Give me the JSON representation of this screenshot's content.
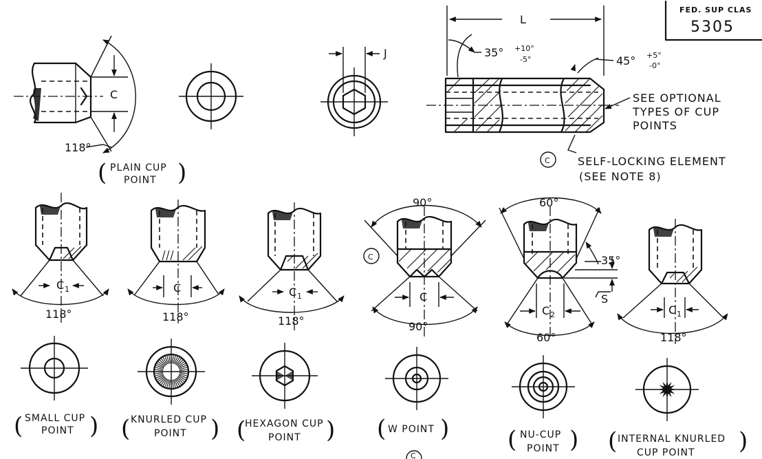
{
  "fed_box": {
    "label": "FED. SUP CLAS",
    "number": "5305"
  },
  "main_view": {
    "length_label": "L",
    "left_angle": "35°",
    "left_tol_upper": "+10°",
    "left_tol_lower": "-5°",
    "right_angle": "45°",
    "right_tol_upper": "+5°",
    "right_tol_lower": "-0°",
    "note_line1": "SEE OPTIONAL",
    "note_line2": "TYPES OF CUP",
    "note_line3": "POINTS",
    "self_lock_c": "C",
    "self_lock_line1": "SELF-LOCKING ELEMENT",
    "self_lock_line2": "(SEE NOTE 8)"
  },
  "plain_cup": {
    "dim_c": "C",
    "angle": "118°",
    "caption_line1": "PLAIN CUP",
    "caption_line2": "POINT"
  },
  "hex_socket": {
    "dim_j": "J"
  },
  "points": [
    {
      "dim": "C",
      "sub": "1",
      "angle": "118°",
      "caption_line1": "SMALL CUP",
      "caption_line2": "POINT"
    },
    {
      "dim": "C",
      "sub": "",
      "angle": "118°",
      "caption_line1": "KNURLED CUP",
      "caption_line2": "POINT"
    },
    {
      "dim": "C",
      "sub": "1",
      "angle": "118°",
      "caption_line1": "HEXAGON CUP",
      "caption_line2": "POINT"
    },
    {
      "dim": "C",
      "sub": "",
      "angle_top": "90°",
      "angle": "90°",
      "marker": "C",
      "caption_line1": "W POINT",
      "caption_line2": ""
    },
    {
      "dim": "C",
      "sub": "2",
      "angle_top": "60°",
      "angle": "60°",
      "extra_angle": "35°",
      "extra_dim": "S",
      "caption_line1": "NU-CUP",
      "caption_line2": "POINT"
    },
    {
      "dim": "C",
      "sub": "1",
      "angle": "118°",
      "caption_line1": "INTERNAL KNURLED",
      "caption_line2": "CUP POINT"
    }
  ],
  "bottom_marker": "C"
}
